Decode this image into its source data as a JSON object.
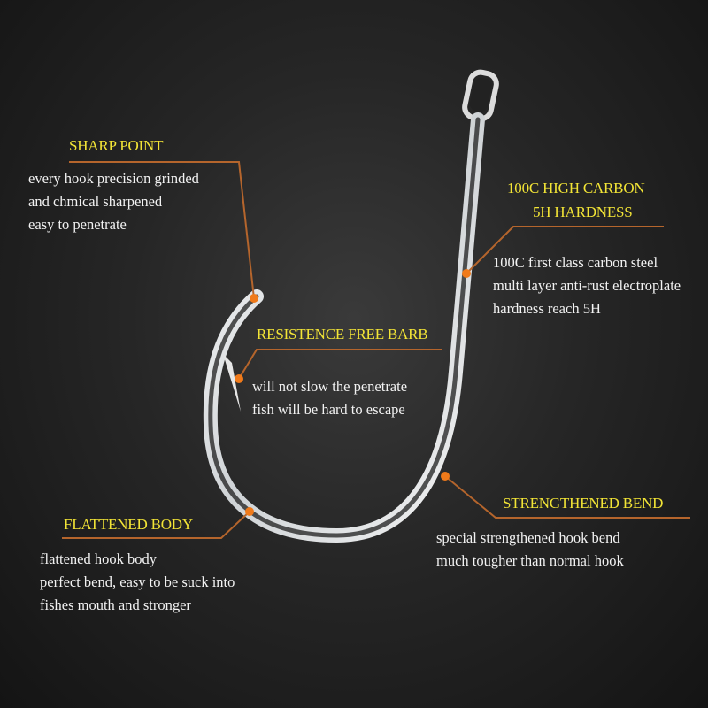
{
  "callouts": {
    "sharp_point": {
      "title": "SHARP POINT",
      "lines": [
        "every hook precision grinded",
        "and chmical sharpened",
        "easy to penetrate"
      ]
    },
    "high_carbon": {
      "title_line1": "100C HIGH CARBON",
      "title_line2": "5H HARDNESS",
      "lines": [
        "100C first class carbon steel",
        "multi layer anti-rust electroplate",
        "hardness reach 5H"
      ]
    },
    "barb": {
      "title": "RESISTENCE FREE BARB",
      "lines": [
        "will not slow the penetrate",
        "fish will be hard to escape"
      ]
    },
    "bend": {
      "title": "STRENGTHENED BEND",
      "lines": [
        "special strengthened hook bend",
        "much tougher than normal hook"
      ]
    },
    "flattened": {
      "title": "FLATTENED BODY",
      "lines": [
        "flattened hook body",
        "perfect bend, easy to be suck into",
        "fishes mouth and stronger"
      ]
    }
  },
  "colors": {
    "title": "#f2e436",
    "leader": "#b5652c",
    "dot": "#f07a1a"
  }
}
